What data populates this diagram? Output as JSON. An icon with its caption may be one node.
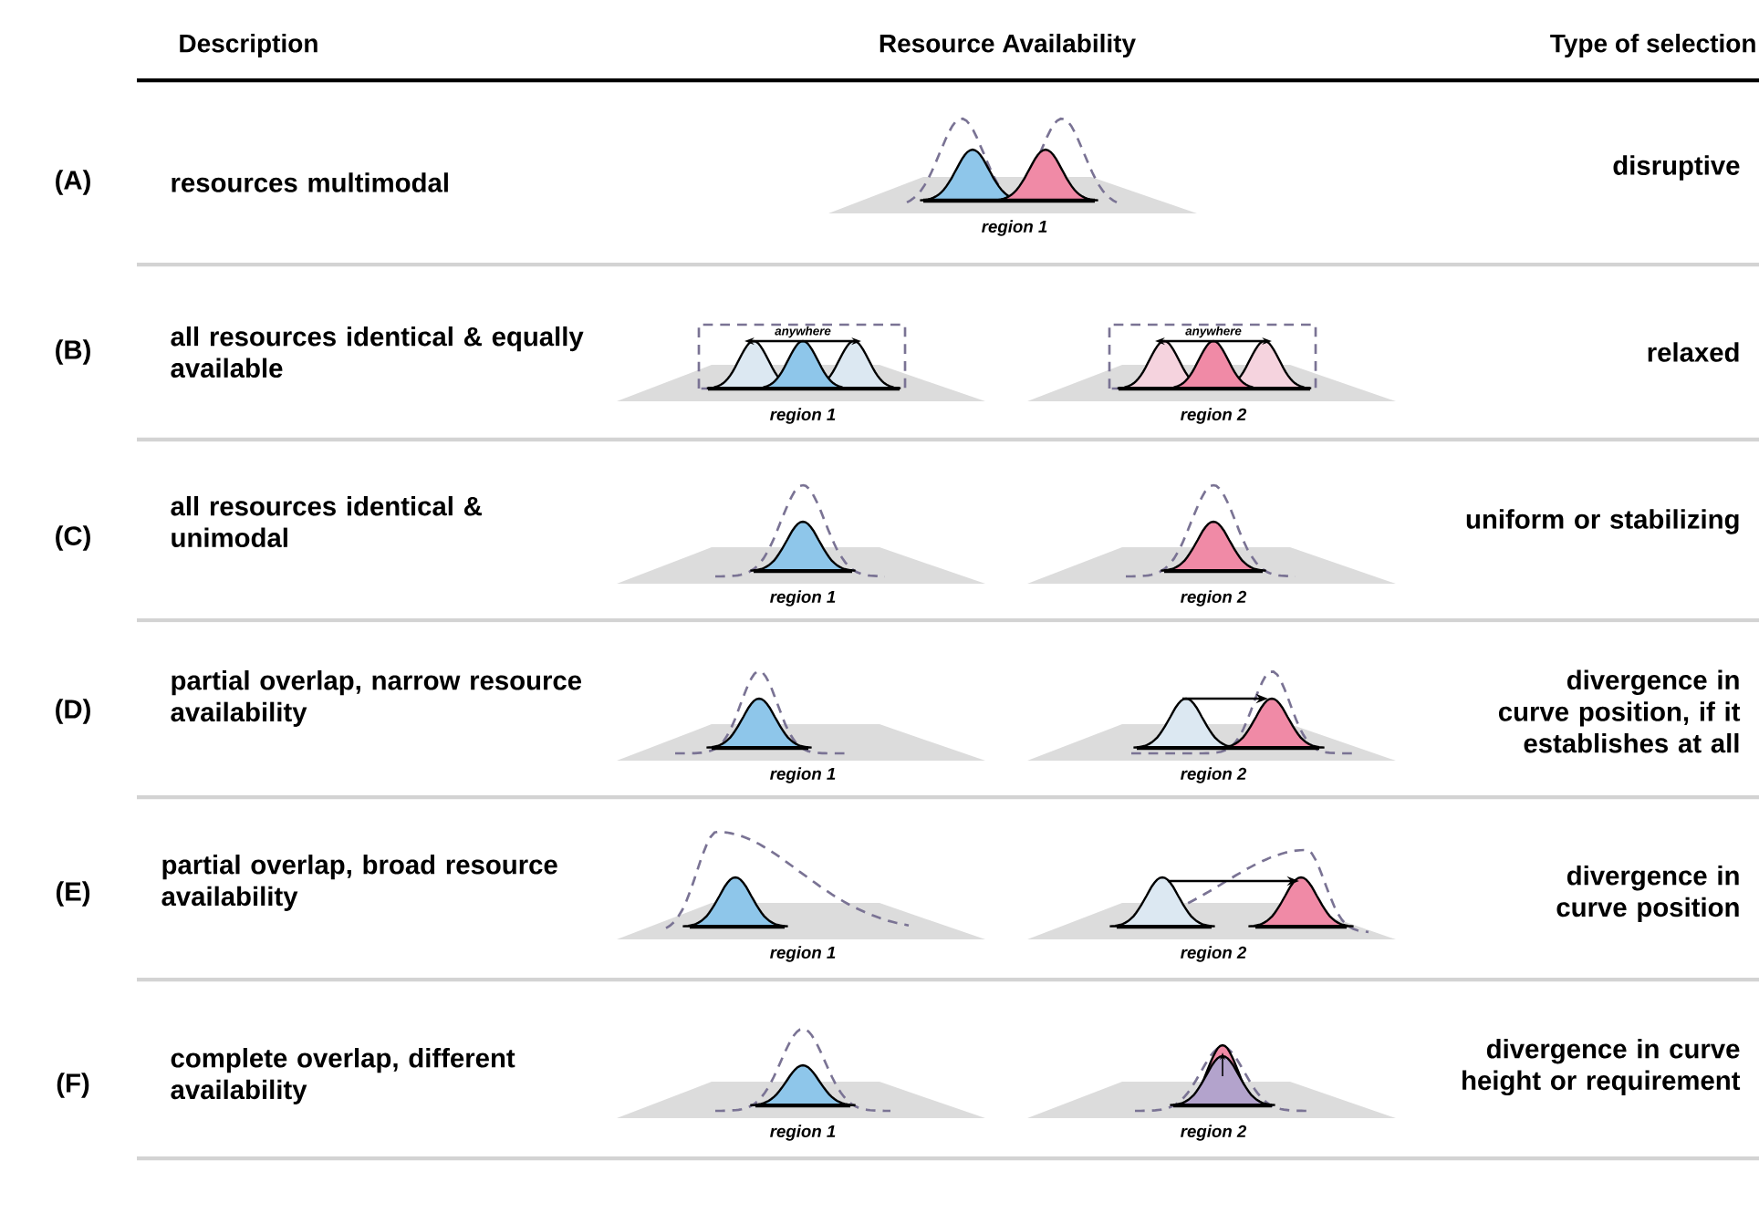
{
  "diagram": {
    "labels": [
      "Description",
      "Resource Availability",
      "Type of selection",
      "(A)",
      "resources multimodal",
      "region 1",
      "disruptive",
      "(B)",
      "all resources identical & equally available",
      "anywhere",
      "region 1",
      "anywhere",
      "region 2",
      "relaxed",
      "(C)",
      "all resources identical & unimodal",
      "region 1",
      "region 2",
      "uniform or stabilizing",
      "(D)",
      "partial overlap, narrow resource availability",
      "region 1",
      "region 2",
      "divergence in curve position, if it establishes at all",
      "(E)",
      "partial overlap, broad resource availability",
      "region 1",
      "region 2",
      "divergence in curve position",
      "(F)",
      "complete overlap, different availability",
      "region 1",
      "region 2",
      "divergence in curve height or requirement"
    ]
  }
}
